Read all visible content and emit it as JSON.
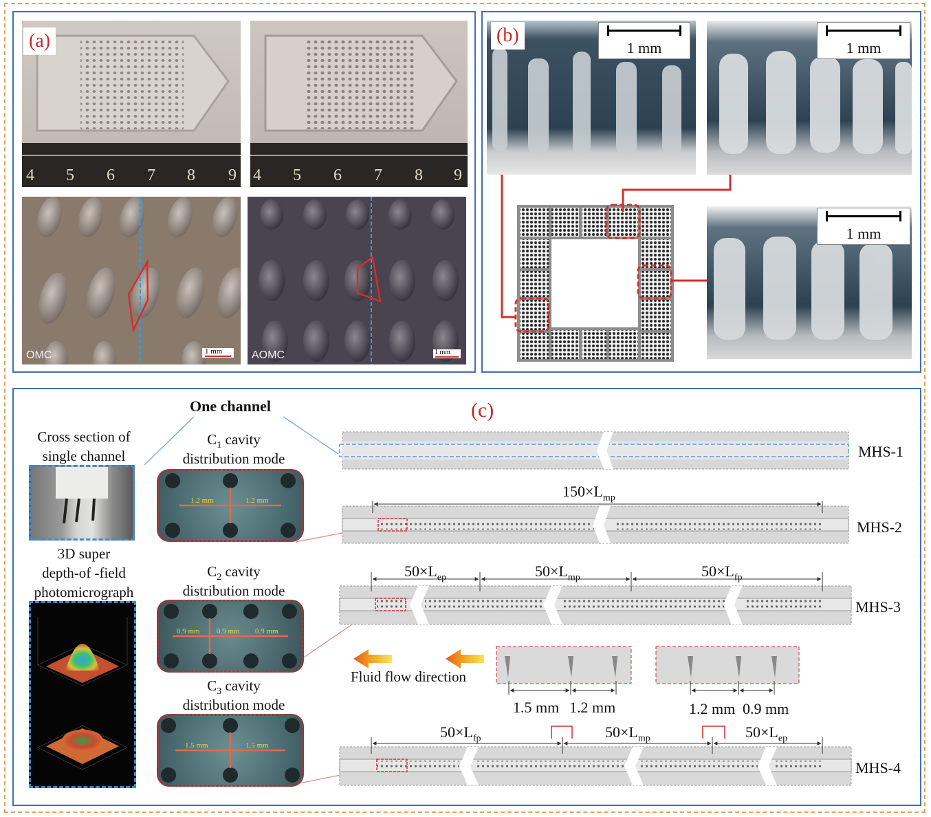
{
  "panel_a": {
    "label": "(a)",
    "ruler_left_numbers": [
      "4",
      "5",
      "6",
      "7",
      "8",
      "9"
    ],
    "ruler_right_numbers": [
      "4",
      "5",
      "6",
      "7",
      "8",
      "9"
    ],
    "micro_left_label": "OMC",
    "micro_right_label": "AOMC",
    "scale_text": "1 mm"
  },
  "panel_b": {
    "label": "(b)",
    "scale_text": "1 mm"
  },
  "panel_c": {
    "label": "(c)",
    "one_channel": "One channel",
    "cross_section_line1": "Cross section of",
    "cross_section_line2": "single channel",
    "photomicro_line1": "3D super",
    "photomicro_line2": "depth-of -field",
    "photomicro_line3": "photomicrograph",
    "c1_title_sub": "1",
    "c2_title_sub": "2",
    "c3_title_sub": "3",
    "cavity_prefix": "C",
    "cavity_suffix": " cavity",
    "distribution_mode": "distribution mode",
    "c1_dims": [
      "1.2 mm",
      "1.2 mm"
    ],
    "c2_dims": [
      "0.9 mm",
      "0.9 mm",
      "0.9 mm"
    ],
    "c3_dims": [
      "1.5 mm",
      "1.5 mm"
    ],
    "mhs": [
      "MHS-1",
      "MHS-2",
      "MHS-3",
      "MHS-4"
    ],
    "mhs2_dim": {
      "main": "150×L",
      "sub": "mp"
    },
    "mhs3_dims": [
      {
        "main": "50×L",
        "sub": "ep"
      },
      {
        "main": "50×L",
        "sub": "mp"
      },
      {
        "main": "50×L",
        "sub": "fp"
      }
    ],
    "mhs4_dims": [
      {
        "main": "50×L",
        "sub": "fp"
      },
      {
        "main": "50×L",
        "sub": "mp"
      },
      {
        "main": "50×L",
        "sub": "ep"
      }
    ],
    "fluid_flow": "Fluid flow direction",
    "spacing_left": [
      "1.5 mm",
      "1.2 mm"
    ],
    "spacing_right": [
      "1.2 mm",
      "0.9 mm"
    ]
  },
  "colors": {
    "frame": "#3f6fb8",
    "outer_dash": "#e8a060",
    "label_red": "#c62828",
    "highlight": "#d32f2f"
  }
}
